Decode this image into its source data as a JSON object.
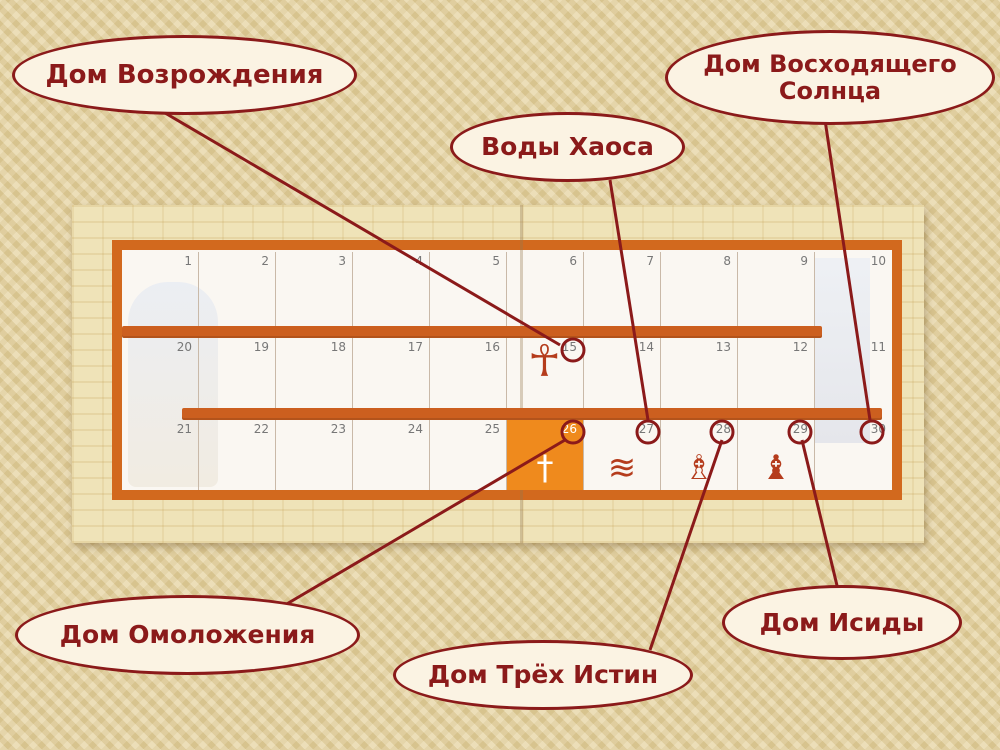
{
  "callouts": {
    "rebirth": "Дом Возрождения",
    "rising_sun": "Дом Восходящего Солнца",
    "waters_of_chaos": "Воды Хаоса",
    "rejuvenation": "Дом Омоложения",
    "isis": "Дом Исиды",
    "three_truths": "Дом Трёх Истин"
  },
  "board": {
    "row1": [
      "1",
      "2",
      "3",
      "4",
      "5",
      "6",
      "7",
      "8",
      "9",
      "10"
    ],
    "row2": [
      "20",
      "19",
      "18",
      "17",
      "16",
      "15",
      "14",
      "13",
      "12",
      "11"
    ],
    "row3": [
      "21",
      "22",
      "23",
      "24",
      "25",
      "26",
      "27",
      "28",
      "29",
      "30"
    ],
    "special_squares": [
      "15",
      "26",
      "27",
      "28",
      "29",
      "30"
    ]
  },
  "colors": {
    "callout_stroke": "#8b1a1a",
    "board_frame": "#d2691e",
    "highlight_square": "#ef8a1d"
  }
}
